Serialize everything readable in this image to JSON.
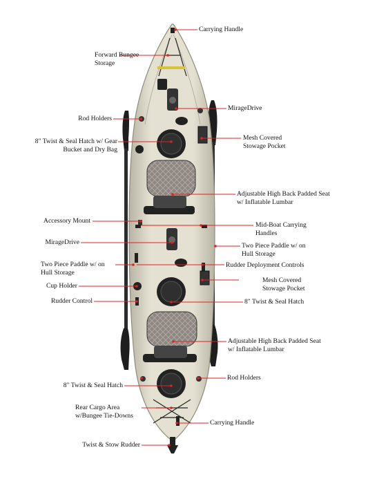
{
  "colors": {
    "hull": "#d9d6c6",
    "hull_edge": "#8f8b7c",
    "deck_dark": "#2a2a2a",
    "seat_fabric": "#8e8681",
    "leader_line": "#e02020",
    "dot": "#e02020",
    "accent_yellow": "#d8c23a"
  },
  "labels": {
    "carrying_handle_top": "Carrying Handle",
    "forward_bungee_1": "Forward Bungee",
    "forward_bungee_2": "Storage",
    "miragedrive_top": "MirageDrive",
    "rod_holders_top": "Rod Holders",
    "hatch_gear_1": "8\" Twist & Seal Hatch w/ Gear",
    "hatch_gear_2": "Bucket and Dry Bag",
    "mesh_pocket_top_1": "Mesh Covered",
    "mesh_pocket_top_2": "Stowage Pocket",
    "seat_top_1": "Adjustable High Back Padded Seat",
    "seat_top_2": "w/ Inflatable Lumbar",
    "accessory_mount": "Accessory Mount",
    "mid_handles_1": "Mid-Boat Carrying",
    "mid_handles_2": "Handles",
    "miragedrive_mid": "MirageDrive",
    "paddle_right_1": "Two Piece Paddle w/ on",
    "paddle_right_2": "Hull Storage",
    "paddle_left_1": "Two Piece Paddle w/ on",
    "paddle_left_2": "Hull Storage",
    "rudder_deploy": "Rudder Deployment Controls",
    "mesh_pocket_mid_1": "Mesh Covered",
    "mesh_pocket_mid_2": "Stowage Pocket",
    "cup_holder": "Cup Holder",
    "rudder_control": "Rudder Control",
    "hatch_mid": "8\" Twist & Seal Hatch",
    "seat_rear_1": "Adjustable High Back Padded Seat",
    "seat_rear_2": "w/ Inflatable Lumbar",
    "rod_holders_rear": "Rod Holders",
    "hatch_rear": "8\" Twist & Seal Hatch",
    "rear_cargo_1": "Rear Cargo Area",
    "rear_cargo_2": "w/Bungee Tie-Downs",
    "carrying_handle_rear": "Carrying Handle",
    "twist_stow_rudder": "Twist & Stow Rudder"
  }
}
